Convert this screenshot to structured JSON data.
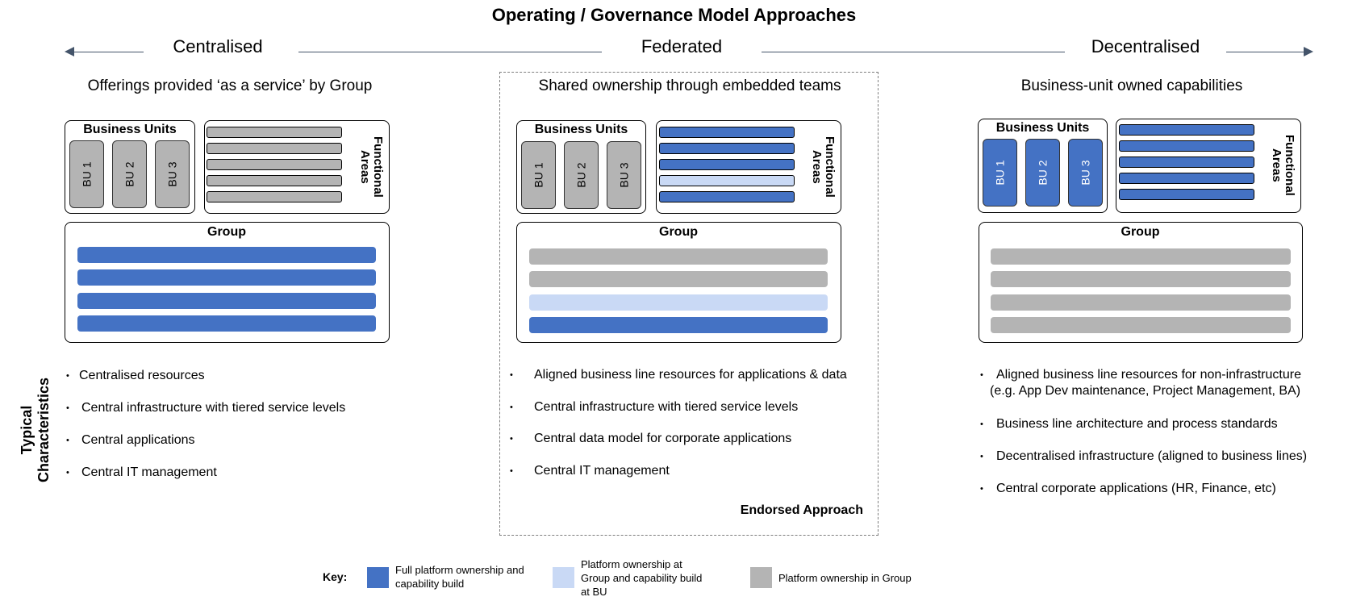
{
  "title": "Operating / Governance Model Approaches",
  "spectrum": {
    "left": "Centralised",
    "middle": "Federated",
    "right": "Decentralised"
  },
  "columns": [
    {
      "subtitle": "Offerings provided ‘as a service’ by Group",
      "business_units_label": "Business Units",
      "bus": [
        "BU 1",
        "BU 2",
        "BU 3"
      ],
      "functional_areas_label": "Functional Areas",
      "group_label": "Group",
      "bullets": [
        "Centralised resources",
        "Central infrastructure with tiered service levels",
        "Central applications",
        "Central IT management"
      ]
    },
    {
      "subtitle": "Shared ownership through embedded teams",
      "business_units_label": "Business Units",
      "bus": [
        "BU 1",
        "BU 2",
        "BU 3"
      ],
      "functional_areas_label": "Functional Areas",
      "group_label": "Group",
      "bullets": [
        "Aligned business line resources for applications & data",
        "Central infrastructure with tiered service levels",
        "Central data model for corporate applications",
        "Central IT management"
      ],
      "endorsed": "Endorsed Approach"
    },
    {
      "subtitle": "Business-unit owned capabilities",
      "business_units_label": "Business Units",
      "bus": [
        "BU 1",
        "BU 2",
        "BU 3"
      ],
      "functional_areas_label": "Functional Areas",
      "group_label": "Group",
      "bullets": [
        "Aligned business line resources for non-infrastructure",
        "(e.g. App Dev maintenance, Project Management, BA)",
        "Business line architecture and process standards",
        "Decentralised infrastructure (aligned to business lines)",
        "Central corporate applications (HR, Finance, etc)"
      ]
    }
  ],
  "row_label": {
    "line1": "Typical",
    "line2": "Characteristics"
  },
  "key": {
    "label": "Key:",
    "items": [
      {
        "text1": "Full platform ownership and",
        "text2": "capability build",
        "text3": "",
        "color": "#4472c4"
      },
      {
        "text1": "Platform ownership at",
        "text2": "Group and capability build",
        "text3": "at BU",
        "color": "#c9d9f5"
      },
      {
        "text1": "Platform ownership in Group",
        "text2": "",
        "text3": "",
        "color": "#b4b4b4"
      }
    ]
  },
  "colors": {
    "full": "#4472c4",
    "light": "#c9d9f5",
    "gray": "#b4b4b4",
    "arrow": "#44546a"
  }
}
